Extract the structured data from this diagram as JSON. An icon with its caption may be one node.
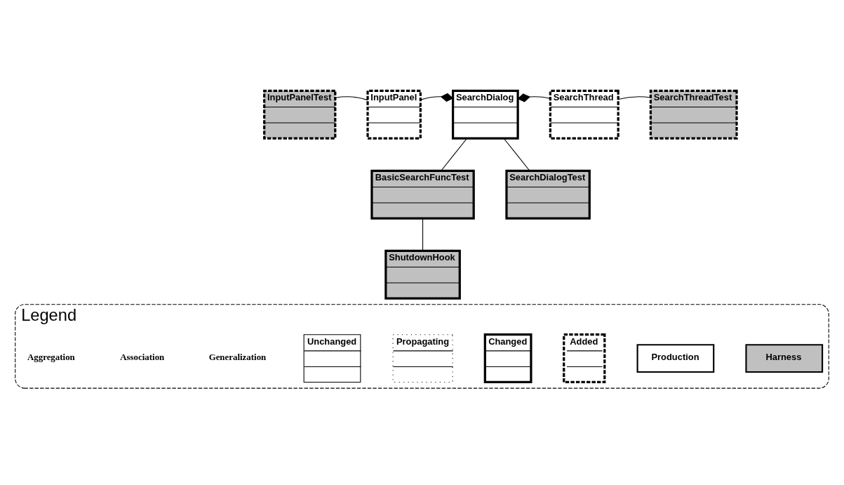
{
  "diagram": {
    "nodes": [
      {
        "text": [
          "InputPanelTest"
        ]
      },
      {
        "text": [
          "InputPanel"
        ]
      },
      {
        "text": [
          "SearchDialog"
        ]
      },
      {
        "text": [
          "SearchThread"
        ]
      },
      {
        "text": [
          "SearchThreadTest"
        ]
      },
      {
        "text": [
          "BasicSearchFuncTest"
        ]
      },
      {
        "text": [
          "SearchDialogTest"
        ]
      },
      {
        "text": [
          "ShutdownHook"
        ]
      },
      {
        "text": [
          "Legend"
        ]
      },
      {
        "text": [
          "Unchanged"
        ],
        "in": 8
      },
      {
        "text": [
          "Propagating"
        ],
        "in": 8
      },
      {
        "text": [
          "Changed"
        ],
        "in": 8
      },
      {
        "text": [
          "Added"
        ],
        "in": 8
      }
    ],
    "edges": [
      {
        "from": 0,
        "to": 1,
        "arrow": "none"
      },
      {
        "from": 2,
        "to": 1,
        "arrow": "other"
      },
      {
        "from": 2,
        "to": 3,
        "arrow": "other"
      },
      {
        "from": 3,
        "to": 4,
        "arrow": "none"
      },
      {
        "from": 2,
        "to": 5,
        "arrow": "none"
      },
      {
        "from": 2,
        "to": 6,
        "arrow": "none"
      },
      {
        "from": 5,
        "to": 7,
        "arrow": "none"
      }
    ],
    "legend": [
      {
        "text": "Aggregation"
      },
      {
        "text": "Association"
      },
      {
        "text": "Generalization"
      },
      {
        "text": "Production",
        "color": "#ffffff"
      },
      {
        "text": "Harness",
        "color": "#c0c0c0"
      }
    ]
  }
}
